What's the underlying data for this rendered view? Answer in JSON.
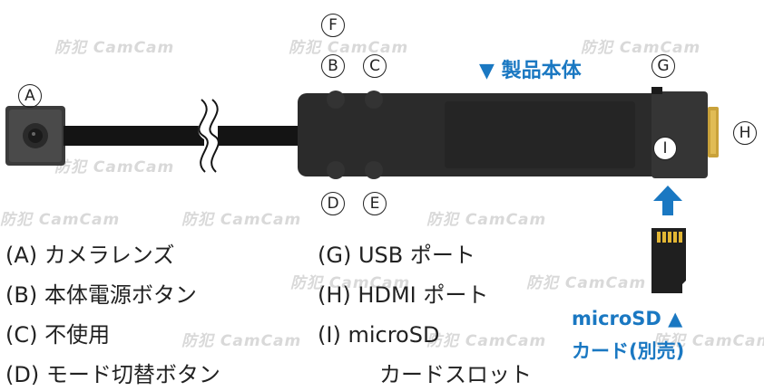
{
  "watermark": "防犯 CamCam",
  "labels": {
    "A": "A",
    "B": "B",
    "C": "C",
    "D": "D",
    "E": "E",
    "F": "F",
    "G": "G",
    "H": "H",
    "I": "I"
  },
  "product_title": "▼ 製品本体",
  "sd_card_label_line1": "microSD ▲",
  "sd_card_label_line2": "カード(別売)",
  "legend": [
    {
      "key": "(A)",
      "text": "カメラレンズ"
    },
    {
      "key": "(B)",
      "text": "本体電源ボタン"
    },
    {
      "key": "(C)",
      "text": "不使用"
    },
    {
      "key": "(D)",
      "text": "モード切替ボタン"
    },
    {
      "key": "(G)",
      "text": "USB ポート"
    },
    {
      "key": "(H)",
      "text": "HDMI ポート"
    },
    {
      "key": "(I)",
      "text": "microSD"
    },
    {
      "key": "",
      "text": "カードスロット"
    }
  ],
  "colors": {
    "accent_blue": "#1a78c2",
    "body_black": "#2a2a2a"
  }
}
